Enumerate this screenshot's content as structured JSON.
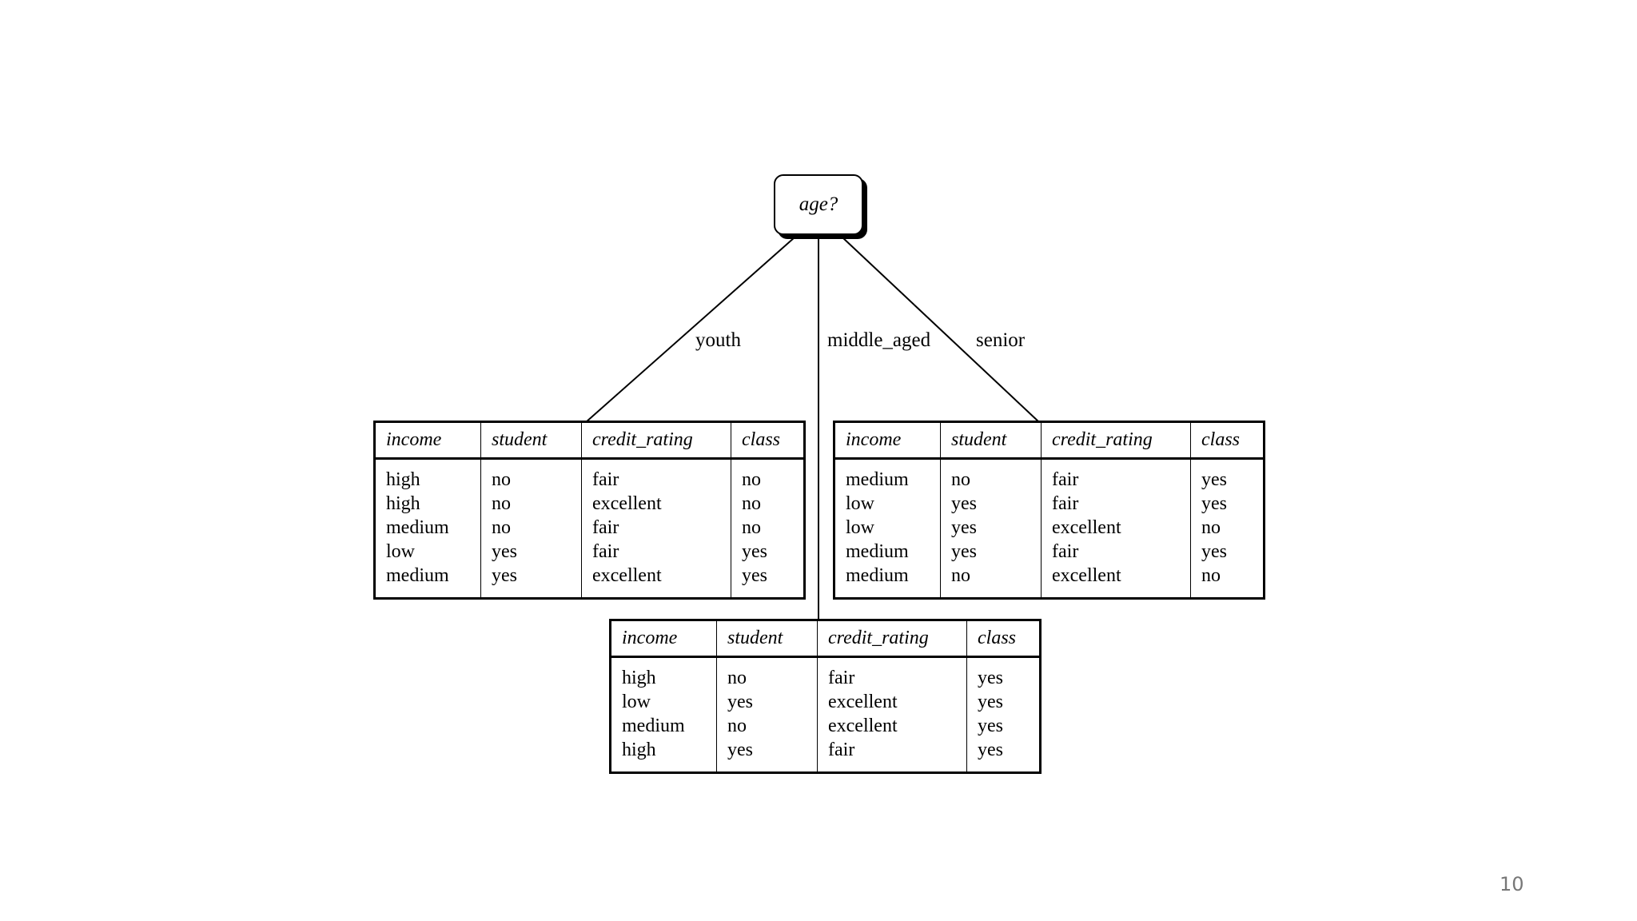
{
  "tree": {
    "root": "age?",
    "branches": {
      "youth": "youth",
      "middle_aged": "middle_aged",
      "senior": "senior"
    }
  },
  "tables": {
    "youth": {
      "headers": [
        "income",
        "student",
        "credit_rating",
        "class"
      ],
      "rows": [
        [
          "high",
          "no",
          "fair",
          "no"
        ],
        [
          "high",
          "no",
          "excellent",
          "no"
        ],
        [
          "medium",
          "no",
          "fair",
          "no"
        ],
        [
          "low",
          "yes",
          "fair",
          "yes"
        ],
        [
          "medium",
          "yes",
          "excellent",
          "yes"
        ]
      ]
    },
    "middle_aged": {
      "headers": [
        "income",
        "student",
        "credit_rating",
        "class"
      ],
      "rows": [
        [
          "high",
          "no",
          "fair",
          "yes"
        ],
        [
          "low",
          "yes",
          "excellent",
          "yes"
        ],
        [
          "medium",
          "no",
          "excellent",
          "yes"
        ],
        [
          "high",
          "yes",
          "fair",
          "yes"
        ]
      ]
    },
    "senior": {
      "headers": [
        "income",
        "student",
        "credit_rating",
        "class"
      ],
      "rows": [
        [
          "medium",
          "no",
          "fair",
          "yes"
        ],
        [
          "low",
          "yes",
          "fair",
          "yes"
        ],
        [
          "low",
          "yes",
          "excellent",
          "no"
        ],
        [
          "medium",
          "yes",
          "fair",
          "yes"
        ],
        [
          "medium",
          "no",
          "excellent",
          "no"
        ]
      ]
    }
  },
  "page_number": "10"
}
